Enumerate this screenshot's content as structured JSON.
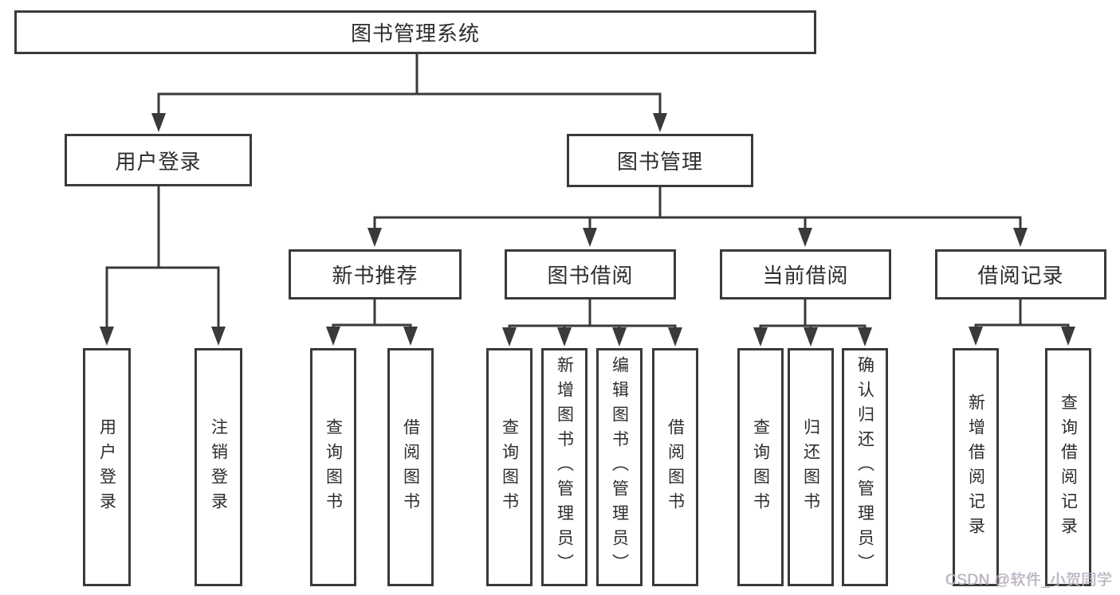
{
  "tree": {
    "label": "图书管理系统",
    "children": [
      {
        "label": "用户登录",
        "children": [
          {
            "label": "用户登录"
          },
          {
            "label": "注销登录"
          }
        ]
      },
      {
        "label": "图书管理",
        "children": [
          {
            "label": "新书推荐",
            "children": [
              {
                "label": "查询图书"
              },
              {
                "label": "借阅图书"
              }
            ]
          },
          {
            "label": "图书借阅",
            "children": [
              {
                "label": "查询图书"
              },
              {
                "label": "新增图书（管理员）"
              },
              {
                "label": "编辑图书（管理员）"
              },
              {
                "label": "借阅图书"
              }
            ]
          },
          {
            "label": "当前借阅",
            "children": [
              {
                "label": "查询图书"
              },
              {
                "label": "归还图书"
              },
              {
                "label": "确认归还（管理员）"
              }
            ]
          },
          {
            "label": "借阅记录",
            "children": [
              {
                "label": "新增借阅记录"
              },
              {
                "label": "查询借阅记录"
              }
            ]
          }
        ]
      }
    ]
  },
  "watermark": {
    "text": "CSDN @软件_小贺同学"
  },
  "colors": {
    "line": "#3a3a3a",
    "text": "#2d2d2d",
    "watermark": "#b3b3ba",
    "background": "#ffffff"
  }
}
